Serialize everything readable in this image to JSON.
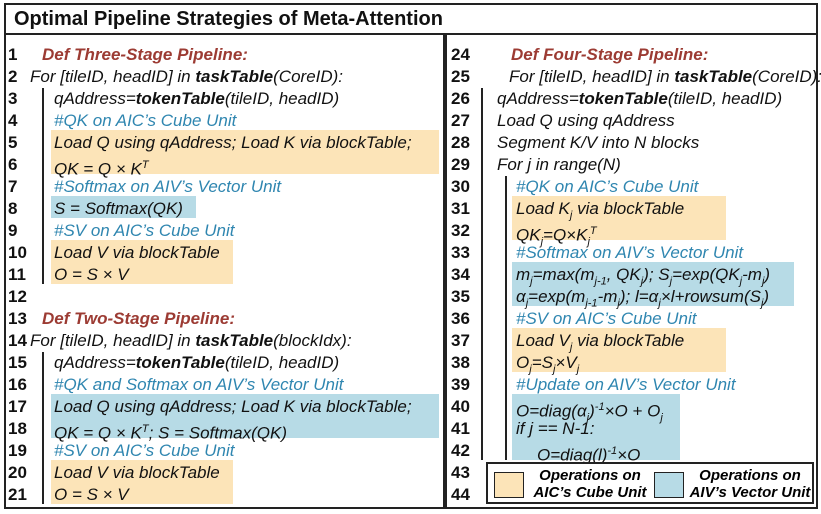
{
  "title": "Optimal Pipeline Strategies of Meta-Attention",
  "colors": {
    "cube": "#fce4b8",
    "vector": "#b7dbe6",
    "def": "#9c3b33",
    "comment": "#2f86b0"
  },
  "left_lines": [
    {
      "n": "1",
      "t": "Def Three-Stage Pipeline:"
    },
    {
      "n": "2",
      "t1": "For [tileID, headID] in ",
      "fn": "taskTable",
      "t2": "(CoreID):"
    },
    {
      "n": "3",
      "t1": "qAddress=",
      "fn": "tokenTable",
      "t2": "(tileID, headID)"
    },
    {
      "n": "4",
      "t": "#QK on AIC’s Cube Unit"
    },
    {
      "n": "5",
      "t": "Load Q using qAddress; Load K via blockTable;"
    },
    {
      "n": "6",
      "t": "QK = Q × K",
      "sup": "T"
    },
    {
      "n": "7",
      "t": "#Softmax on AIV’s Vector Unit"
    },
    {
      "n": "8",
      "t": "S = Softmax(QK)"
    },
    {
      "n": "9",
      "t": "#SV on AIC’s Cube Unit"
    },
    {
      "n": "10",
      "t": "Load V via blockTable"
    },
    {
      "n": "11",
      "t": "O = S × V"
    },
    {
      "n": "12",
      "t": ""
    },
    {
      "n": "13",
      "t": "Def Two-Stage Pipeline:"
    },
    {
      "n": "14",
      "t1": "For [tileID, headID] in ",
      "fn": "taskTable",
      "t2": "(blockIdx):"
    },
    {
      "n": "15",
      "t1": "qAddress=",
      "fn": "tokenTable",
      "t2": "(tileID, headID)"
    },
    {
      "n": "16",
      "t": "#QK and Softmax on AIV’s Vector Unit"
    },
    {
      "n": "17",
      "t": "Load Q using qAddress; Load K via blockTable;"
    },
    {
      "n": "18",
      "t": "QK = Q × K",
      "sup": "T",
      "t2": ";   S = Softmax(QK)"
    },
    {
      "n": "19",
      "t": "#SV on AIC’s Cube Unit"
    },
    {
      "n": "20",
      "t": "Load V via blockTable"
    },
    {
      "n": "21",
      "t": "O = S × V"
    }
  ],
  "right_lines": [
    {
      "n": "24",
      "t": "Def Four-Stage Pipeline:"
    },
    {
      "n": "25",
      "t1": "For [tileID, headID] in ",
      "fn": "taskTable",
      "t2": "(CoreID):"
    },
    {
      "n": "26",
      "t1": "qAddress=",
      "fn": "tokenTable",
      "t2": "(tileID, headID)"
    },
    {
      "n": "27",
      "t": "Load Q using qAddress"
    },
    {
      "n": "28",
      "t": "Segment K/V into N blocks"
    },
    {
      "n": "29",
      "t": "For j in range(N)"
    },
    {
      "n": "30",
      "t": "#QK on AIC’s Cube Unit"
    },
    {
      "n": "31",
      "t": "Load K",
      "sub": "j",
      "t2": " via blockTable"
    },
    {
      "n": "32",
      "t": "QK",
      "sub": "j",
      "t2": "=Q×K",
      "sub2": "j",
      "sup2": "T"
    },
    {
      "n": "33",
      "t": "#Softmax on AIV’s Vector Unit"
    },
    {
      "n": "34",
      "t": "m",
      "sub": "j",
      "t2": "=max(m",
      "sub2": "j-1",
      "t3": ", QK",
      "sub3": "j",
      "t4": "); S",
      "sub4": "j",
      "t5": "=exp(QK",
      "sub5": "j",
      "t6": "-m",
      "sub6": "j",
      "t7": ")"
    },
    {
      "n": "35",
      "t": "α",
      "sub": "j",
      "t2": "=exp(m",
      "sub2": "j-1",
      "t3": "-m",
      "sub3": "j",
      "t4": "); l=α",
      "sub4": "j",
      "t5": "×l+rowsum(S",
      "sub5": "j",
      "t6": ")"
    },
    {
      "n": "36",
      "t": "#SV on AIC’s Cube Unit"
    },
    {
      "n": "37",
      "t": "Load V",
      "sub": "j",
      "t2": " via blockTable"
    },
    {
      "n": "38",
      "t": "O",
      "sub": "j",
      "t2": "=S",
      "sub2": "j",
      "t3": "×V",
      "sub3": "j"
    },
    {
      "n": "39",
      "t": "#Update on AIV’s Vector Unit"
    },
    {
      "n": "40",
      "t": "O=diag(α",
      "sub": "j",
      "t2": ")",
      "sup2": "-1",
      "t3": "×O + O",
      "sub3": "j"
    },
    {
      "n": "41",
      "t": "if j == N-1:"
    },
    {
      "n": "42",
      "t": "O=diag(l)",
      "sup": "-1",
      "t2": "×O"
    },
    {
      "n": "43",
      "t": ""
    },
    {
      "n": "44",
      "t": ""
    }
  ],
  "legend": {
    "cube_label_1": "Operations on",
    "cube_label_2": "AIC’s Cube Unit",
    "vector_label_1": "Operations on",
    "vector_label_2": "AIV’s Vector Unit"
  }
}
